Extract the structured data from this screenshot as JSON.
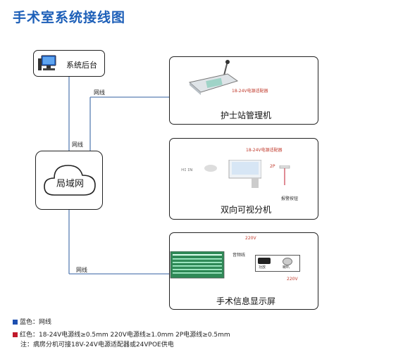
{
  "title": "手术室系统接线图",
  "nodes": {
    "backend": "系统后台",
    "lan": "局域网",
    "nurse": "护士站管理机",
    "intercom": "双向可视分机",
    "display": "手术信息显示屏"
  },
  "wires": {
    "net1": "网线",
    "net2": "网线",
    "net3": "网线"
  },
  "power": {
    "adapter1": "18-24V电源适配器",
    "adapter2": "18-24V电源适配器",
    "twoP": "2P",
    "v220": "220V",
    "v220b": "220V",
    "sound": "音频线",
    "twoPb": "2P",
    "alarm": "报警按钮",
    "amp": "功放",
    "spk": "喇叭"
  },
  "legend": {
    "blue_label": "蓝色：网线",
    "red_label": "红色：18-24V电源线≥0.5mm   220V电源线≥1.0mm   2P电源线≥0.5mm",
    "note": "注：病房分机可接18V-24V电源适配器或24VPOE供电"
  },
  "colors": {
    "blue": "#1d4fb0",
    "red": "#c0192b",
    "line": "#5b7fb3",
    "title": "#1d5fb8"
  }
}
